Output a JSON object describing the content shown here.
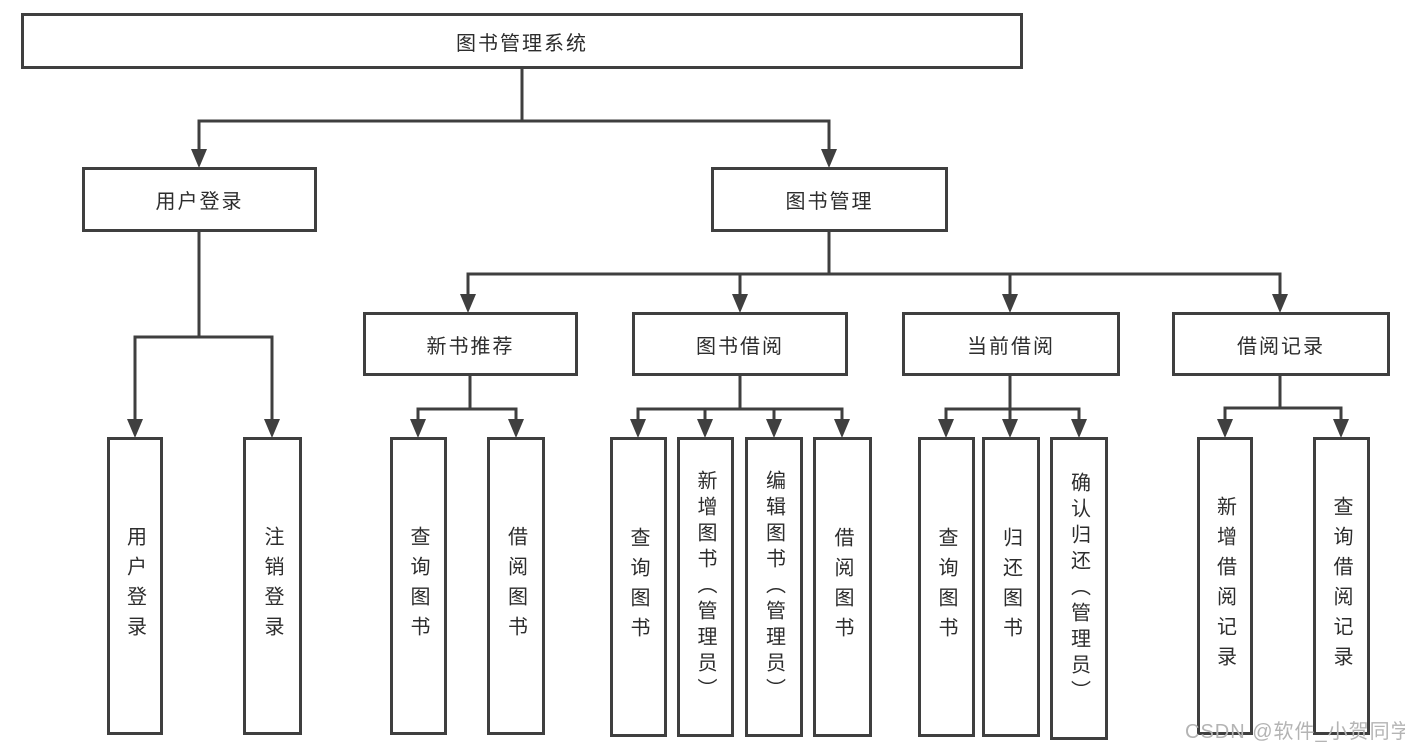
{
  "page": {
    "watermark": "CSDN @软件_小贺同学"
  },
  "colors": {
    "line": "#3f3f3f",
    "text": "#2d2d2d",
    "background": "#ffffff",
    "watermark": "#b4b4b4"
  },
  "nodes": {
    "root": {
      "label": "图书管理系统"
    },
    "user_login": {
      "label": "用户登录"
    },
    "book_management": {
      "label": "图书管理"
    },
    "new_book_recommend": {
      "label": "新书推荐"
    },
    "book_borrowing": {
      "label": "图书借阅"
    },
    "current_borrowing": {
      "label": "当前借阅"
    },
    "borrowing_records": {
      "label": "借阅记录"
    },
    "leaves": {
      "login_user_login": {
        "label": "用户登录"
      },
      "login_logout": {
        "label": "注销登录"
      },
      "recommend_query_books": {
        "label": "查询图书"
      },
      "recommend_borrow_books": {
        "label": "借阅图书"
      },
      "borrowing_query_books": {
        "label": "查询图书"
      },
      "borrowing_add_books": {
        "label": "新增图书（管理员）"
      },
      "borrowing_edit_books": {
        "label": "编辑图书（管理员）"
      },
      "borrowing_borrow_books": {
        "label": "借阅图书"
      },
      "current_query_books": {
        "label": "查询图书"
      },
      "current_return_books": {
        "label": "归还图书"
      },
      "current_confirm_return": {
        "label": "确认归还（管理员）"
      },
      "records_add_record": {
        "label": "新增借阅记录"
      },
      "records_query_record": {
        "label": "查询借阅记录"
      }
    }
  },
  "hierarchy": {
    "图书管理系统": {
      "用户登录": [
        "用户登录",
        "注销登录"
      ],
      "图书管理": {
        "新书推荐": [
          "查询图书",
          "借阅图书"
        ],
        "图书借阅": [
          "查询图书",
          "新增图书（管理员）",
          "编辑图书（管理员）",
          "借阅图书"
        ],
        "当前借阅": [
          "查询图书",
          "归还图书",
          "确认归还（管理员）"
        ],
        "借阅记录": [
          "新增借阅记录",
          "查询借阅记录"
        ]
      }
    }
  }
}
